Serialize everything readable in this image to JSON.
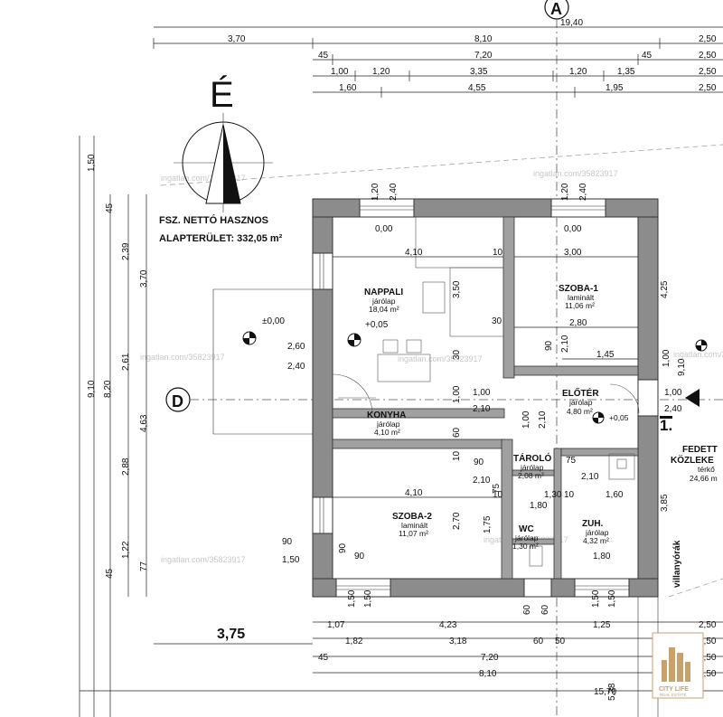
{
  "north": {
    "letter": "É"
  },
  "area": {
    "line1": "FSZ. NETTÓ HASZNOS",
    "line2": "ALAPTERÜLET: 332,05 m²"
  },
  "watermark": "ingatlan.com/35823917",
  "section_marks": {
    "top": "A",
    "left": "D"
  },
  "levels": {
    "outside": "±0,00",
    "inside": "+0,05",
    "entry": "+0,05"
  },
  "rooms": {
    "nappali": {
      "name": "NAPPALI",
      "floor": "járólap",
      "area": "18,04 m²"
    },
    "szoba1": {
      "name": "SZOBA-1",
      "floor": "laminált",
      "area": "11,06 m²"
    },
    "eloter": {
      "name": "ELŐTÉR",
      "floor": "járólap",
      "area": "4,80 m²"
    },
    "konyha": {
      "name": "KONYHA",
      "floor": "járólap",
      "area": "4,10 m²"
    },
    "szoba2": {
      "name": "SZOBA-2",
      "floor": "laminált",
      "area": "11,07 m²"
    },
    "tarolo": {
      "name": "TÁROLÓ",
      "floor": "járólap",
      "area": "2,08 m²"
    },
    "zuh": {
      "name": "ZUH.",
      "floor": "járólap",
      "area": "4,32 m²"
    },
    "wc": {
      "name": "WC",
      "floor": "járólap",
      "area": "1,30 m²"
    },
    "fedett": {
      "name1": "FEDETT",
      "name2": "KÖZLEKE",
      "floor": "térkő",
      "area": "24,66 m"
    }
  },
  "labels": {
    "villanyorak": "villanyórák",
    "entry_num": "1.",
    "big_dim": "3,75"
  },
  "top_dims": {
    "row1": [
      "19,40"
    ],
    "row2": [
      "3,70",
      "8,10",
      "2,50"
    ],
    "row3": [
      "45",
      "7,20",
      "45",
      "2,50"
    ],
    "row4": [
      "1,00",
      "1,20",
      "3,35",
      "1,20",
      "1,35",
      "2,50"
    ],
    "row5": [
      "1,60",
      "4,55",
      "1,95",
      "2,50"
    ]
  },
  "bottom_dims": {
    "row1": [
      "1,07",
      "4,23",
      "1,25",
      "2,50"
    ],
    "row2": [
      "1,82",
      "3,18",
      "60",
      "50",
      "2,50"
    ],
    "row3": [
      "45",
      "7,20",
      "2,50"
    ],
    "row4": [
      "8,10",
      "2,50"
    ],
    "row5": [
      "15,70"
    ]
  },
  "left_dims": {
    "outer": [
      "9,10"
    ],
    "mid1": [
      "1,50",
      "8,20"
    ],
    "mid2": [
      "45",
      "2,39",
      "2,61",
      "2,88",
      "1,22",
      "45"
    ],
    "mid3": [
      "3,70",
      "4,63",
      "77"
    ]
  },
  "interior_dims": {
    "d_120": "1,20",
    "d_240a": "2,40",
    "d_000a": "0,00",
    "d_120b": "1,20",
    "d_240b": "2,40",
    "d_000b": "0,00",
    "d_410a": "4,10",
    "d_10a": "10",
    "d_300": "3,00",
    "d_350": "3,50",
    "d_30a": "30",
    "d_280": "2,80",
    "d_425": "4,25",
    "d_260": "2,60",
    "d_240c": "2,40",
    "d_30b": "30",
    "d_90a": "90",
    "d_210a": "2,10",
    "d_145": "1,45",
    "d_100a": "1,00",
    "d_100b": "1,00",
    "d_210b": "2,10",
    "d_100c": "1,00",
    "d_210c": "2,10",
    "d_100d": "1,00",
    "d_240d": "2,40",
    "d_910": "9,10",
    "d_100e": "1,00",
    "d_60a": "60",
    "d_10b": "10",
    "d_90b": "90",
    "d_75a": "75",
    "d_210d": "2,10",
    "d_210e": "2,10",
    "d_75b": "75",
    "d_10c": "10",
    "d_410b": "4,10",
    "d_270": "2,70",
    "d_175": "1,75",
    "d_130": "1,30",
    "d_10d": "10",
    "d_160": "1,60",
    "d_180a": "1,80",
    "d_385": "3,85",
    "d_90c": "90",
    "d_150a": "1,50",
    "d_90d": "90",
    "d_180b": "1,80",
    "d_150b": "1,50",
    "d_150c": "1,50",
    "d_60b": "60",
    "d_60c": "60",
    "d_150d": "1,50",
    "d_150e": "1,50",
    "d_538": "5,38"
  },
  "logo": {
    "name": "CITY LIFE",
    "tagline": "REAL ESTATE"
  }
}
